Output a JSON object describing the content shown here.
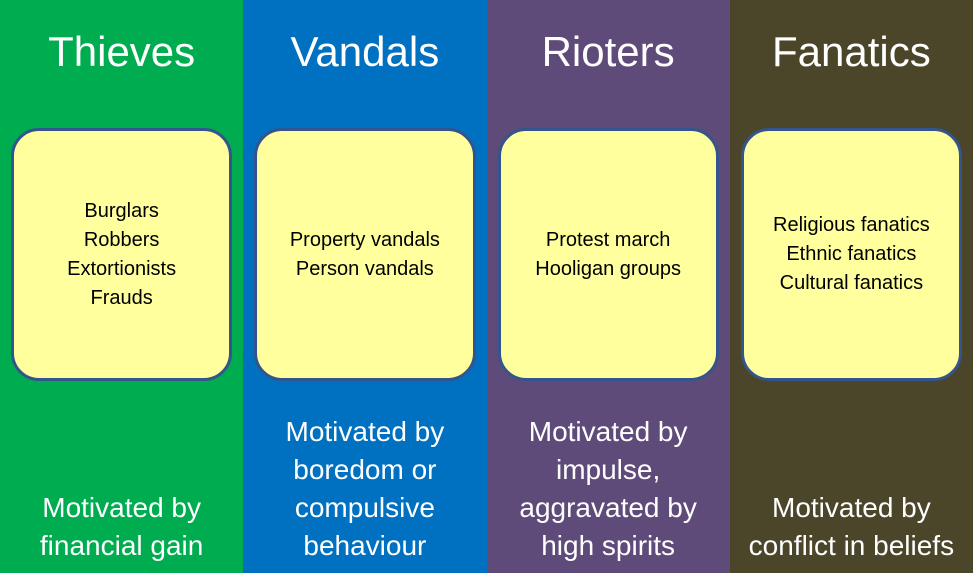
{
  "card_style": {
    "background": "#FFFF9E",
    "border_color": "#33548C"
  },
  "text_colors": {
    "title": "#FFFFFF",
    "card_text": "#000000",
    "motivation": "#FFFFFF"
  },
  "columns": [
    {
      "title": "Thieves",
      "color": "#00AC50",
      "card_items": [
        "Burglars",
        "Robbers",
        "Extortionists",
        "Frauds"
      ],
      "motivation_lines": [
        "Motivated by",
        "financial gain"
      ]
    },
    {
      "title": "Vandals",
      "color": "#0070C0",
      "card_items": [
        "Property vandals",
        "Person vandals"
      ],
      "motivation_lines": [
        "Motivated by",
        "boredom or",
        "compulsive",
        "behaviour"
      ]
    },
    {
      "title": "Rioters",
      "color": "#5F4B79",
      "card_items": [
        "Protest march",
        "Hooligan groups"
      ],
      "motivation_lines": [
        "Motivated by",
        "impulse,",
        "aggravated by",
        "high spirits"
      ]
    },
    {
      "title": "Fanatics",
      "color": "#4B452A",
      "card_items": [
        "Religious fanatics",
        "Ethnic fanatics",
        "Cultural fanatics"
      ],
      "motivation_lines": [
        "Motivated by",
        "conflict in beliefs"
      ]
    }
  ]
}
